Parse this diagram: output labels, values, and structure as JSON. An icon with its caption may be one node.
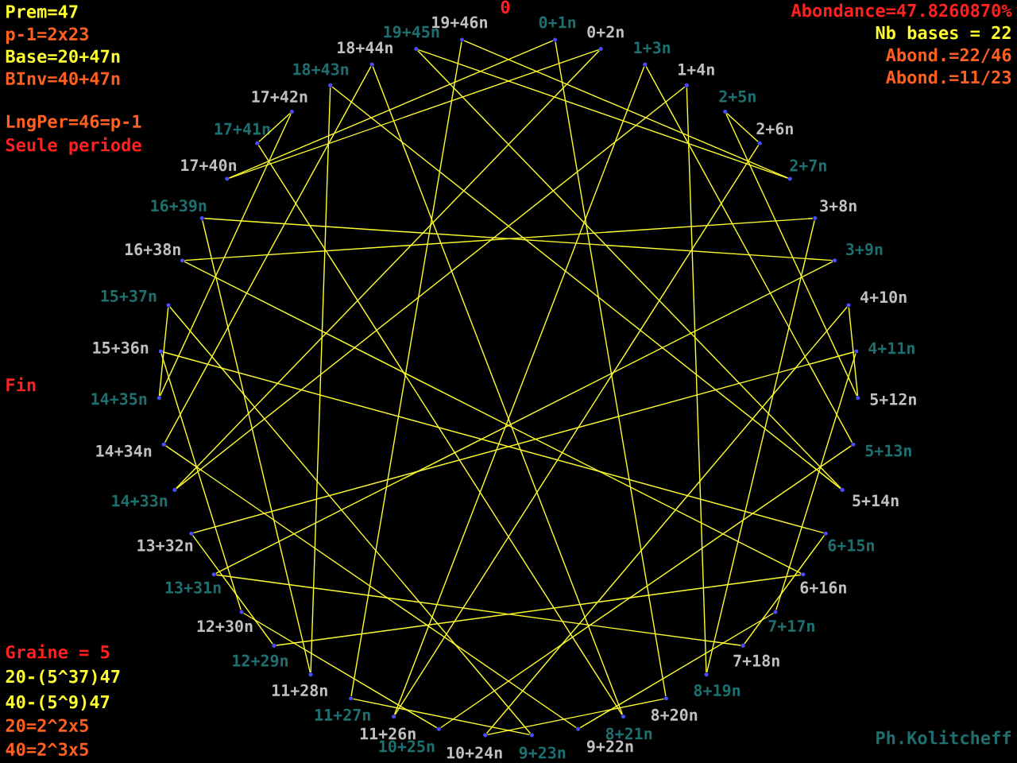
{
  "diagram": {
    "nodes": [
      {
        "text": [],
        "shape": "circle",
        "beside": [
          "0+1n"
        ]
      },
      {
        "text": [],
        "shape": "circle",
        "beside": [
          "0+2n"
        ]
      },
      {
        "text": [],
        "shape": "circle",
        "beside": [
          "1+3n"
        ]
      },
      {
        "text": [],
        "shape": "circle",
        "beside": [
          "1+4n"
        ]
      },
      {
        "text": [],
        "shape": "circle",
        "beside": [
          "2+5n"
        ]
      },
      {
        "text": [],
        "shape": "circle",
        "beside": [
          "2+6n"
        ]
      },
      {
        "text": [],
        "shape": "circle",
        "beside": [
          "2+7n"
        ]
      },
      {
        "text": [],
        "shape": "circle",
        "beside": [
          "3+8n"
        ]
      },
      {
        "text": [],
        "shape": "circle",
        "beside": [
          "3+9n"
        ]
      },
      {
        "text": [],
        "shape": "circle",
        "beside": [
          "4+10n"
        ]
      },
      {
        "text": [],
        "shape": "circle",
        "beside": [
          "4+11n"
        ]
      },
      {
        "text": [],
        "shape": "circle",
        "beside": [
          "5+12n"
        ]
      },
      {
        "text": [],
        "shape": "circle",
        "beside": [
          "5+13n"
        ]
      },
      {
        "text": [],
        "shape": "circle",
        "beside": [
          "5+14n"
        ]
      },
      {
        "text": [],
        "shape": "circle",
        "beside": [
          "6+15n"
        ]
      },
      {
        "text": [],
        "shape": "circle",
        "beside": [
          "6+16n"
        ]
      },
      {
        "text": [],
        "shape": "circle",
        "beside": [
          "7+17n"
        ]
      },
      {
        "text": [],
        "shape": "circle",
        "beside": [
          "7+18n"
        ]
      },
      {
        "text": [],
        "shape": "circle",
        "beside": [
          "8+19n"
        ]
      },
      {
        "text": [],
        "shape": "circle",
        "beside": [
          "8+20n"
        ]
      },
      {
        "text": [],
        "shape": "circle",
        "beside": [
          "8+21n"
        ]
      },
      {
        "text": [],
        "shape": "circle",
        "beside": [
          "9+22n"
        ]
      },
      {
        "text": [],
        "shape": "circle",
        "beside": [
          "9+23n"
        ]
      },
      {
        "text": [],
        "shape": "circle",
        "beside": [
          "10+24n"
        ]
      },
      {
        "text": [],
        "shape": "circle",
        "beside": [
          "10+25n"
        ]
      },
      {
        "text": [],
        "shape": "circle",
        "beside": [
          "11+26n"
        ]
      },
      {
        "text": [],
        "shape": "circle",
        "beside": [
          "11+27n"
        ]
      },
      {
        "text": [],
        "shape": "circle",
        "beside": [
          "11+28n"
        ]
      },
      {
        "text": [],
        "shape": "circle",
        "beside": [
          "12+29n"
        ]
      },
      {
        "text": [],
        "shape": "circle",
        "beside": [
          "12+30n"
        ]
      },
      {
        "text": [],
        "shape": "circle",
        "beside": [
          "13+31n"
        ]
      },
      {
        "text": [],
        "shape": "circle",
        "beside": [
          "13+32n"
        ]
      },
      {
        "text": [],
        "shape": "circle",
        "beside": [
          "14+33n"
        ]
      },
      {
        "text": [],
        "shape": "circle",
        "beside": [
          "14+34n"
        ]
      },
      {
        "text": [],
        "shape": "circle",
        "beside": [
          "14+35n"
        ]
      },
      {
        "text": [],
        "shape": "circle",
        "beside": [
          "15+36n"
        ]
      },
      {
        "text": [],
        "shape": "circle",
        "beside": [
          "15+37n"
        ]
      },
      {
        "text": [],
        "shape": "circle",
        "beside": [
          "16+38n"
        ]
      },
      {
        "text": [],
        "shape": "circle",
        "beside": [
          "16+39n"
        ]
      },
      {
        "text": [],
        "shape": "circle",
        "beside": [
          "17+40n"
        ]
      },
      {
        "text": [],
        "shape": "circle",
        "beside": [
          "17+41n"
        ]
      },
      {
        "text": [],
        "shape": "circle",
        "beside": [
          "17+42n"
        ]
      },
      {
        "text": [],
        "shape": "circle",
        "beside": [
          "18+43n"
        ]
      },
      {
        "text": [],
        "shape": "circle",
        "beside": [
          "18+44n"
        ]
      },
      {
        "text": [],
        "shape": "circle",
        "beside": [
          "19+45n"
        ]
      },
      {
        "text": [],
        "shape": "circle",
        "beside": [
          "19+46n"
        ]
      }
    ],
    "edges": [
      {
        "from": 0,
        "to": 19,
        "arrow": "none"
      },
      {
        "from": 19,
        "to": 23,
        "arrow": "none"
      },
      {
        "from": 23,
        "to": 9,
        "arrow": "none"
      },
      {
        "from": 9,
        "to": 11,
        "arrow": "none"
      },
      {
        "from": 11,
        "to": 4,
        "arrow": "none"
      },
      {
        "from": 4,
        "to": 5,
        "arrow": "none"
      },
      {
        "from": 5,
        "to": 25,
        "arrow": "none"
      },
      {
        "from": 25,
        "to": 2,
        "arrow": "none"
      },
      {
        "from": 2,
        "to": 12,
        "arrow": "none"
      },
      {
        "from": 12,
        "to": 24,
        "arrow": "none"
      },
      {
        "from": 24,
        "to": 29,
        "arrow": "none"
      },
      {
        "from": 29,
        "to": 35,
        "arrow": "none"
      },
      {
        "from": 35,
        "to": 14,
        "arrow": "none"
      },
      {
        "from": 14,
        "to": 17,
        "arrow": "none"
      },
      {
        "from": 17,
        "to": 30,
        "arrow": "none"
      },
      {
        "from": 30,
        "to": 8,
        "arrow": "none"
      },
      {
        "from": 8,
        "to": 38,
        "arrow": "none"
      },
      {
        "from": 38,
        "to": 27,
        "arrow": "none"
      },
      {
        "from": 27,
        "to": 42,
        "arrow": "none"
      },
      {
        "from": 42,
        "to": 13,
        "arrow": "none"
      },
      {
        "from": 13,
        "to": 44,
        "arrow": "none"
      },
      {
        "from": 44,
        "to": 6,
        "arrow": "none"
      },
      {
        "from": 6,
        "to": 45,
        "arrow": "none"
      },
      {
        "from": 45,
        "to": 26,
        "arrow": "none"
      },
      {
        "from": 26,
        "to": 22,
        "arrow": "none"
      },
      {
        "from": 22,
        "to": 36,
        "arrow": "none"
      },
      {
        "from": 36,
        "to": 34,
        "arrow": "none"
      },
      {
        "from": 34,
        "to": 41,
        "arrow": "none"
      },
      {
        "from": 41,
        "to": 40,
        "arrow": "none"
      },
      {
        "from": 40,
        "to": 20,
        "arrow": "none"
      },
      {
        "from": 20,
        "to": 43,
        "arrow": "none"
      },
      {
        "from": 43,
        "to": 33,
        "arrow": "none"
      },
      {
        "from": 33,
        "to": 21,
        "arrow": "none"
      },
      {
        "from": 21,
        "to": 16,
        "arrow": "none"
      },
      {
        "from": 16,
        "to": 10,
        "arrow": "none"
      },
      {
        "from": 10,
        "to": 31,
        "arrow": "none"
      },
      {
        "from": 31,
        "to": 28,
        "arrow": "none"
      },
      {
        "from": 28,
        "to": 15,
        "arrow": "none"
      },
      {
        "from": 15,
        "to": 37,
        "arrow": "none"
      },
      {
        "from": 37,
        "to": 7,
        "arrow": "none"
      },
      {
        "from": 7,
        "to": 18,
        "arrow": "none"
      },
      {
        "from": 18,
        "to": 3,
        "arrow": "none"
      },
      {
        "from": 3,
        "to": 32,
        "arrow": "none"
      },
      {
        "from": 32,
        "to": 1,
        "arrow": "none"
      },
      {
        "from": 1,
        "to": 39,
        "arrow": "none"
      },
      {
        "from": 39,
        "to": 0,
        "arrow": "none"
      }
    ],
    "labels": [
      "Prem=47",
      "p-1=2x23",
      "Base=20+47n",
      "BInv=40+47n",
      "LngPer=46=p-1",
      "Seule periode",
      "Fin",
      "Graine = 5",
      "20-(5^37)47",
      "40-(5^9)47",
      "20=2^2x5",
      "40=2^3x5",
      "0",
      "Abondance=47.8260870%",
      "Nb bases = 22",
      "Abond.=22/46",
      "Abond.=11/23",
      "Ph.Kolitcheff"
    ]
  }
}
